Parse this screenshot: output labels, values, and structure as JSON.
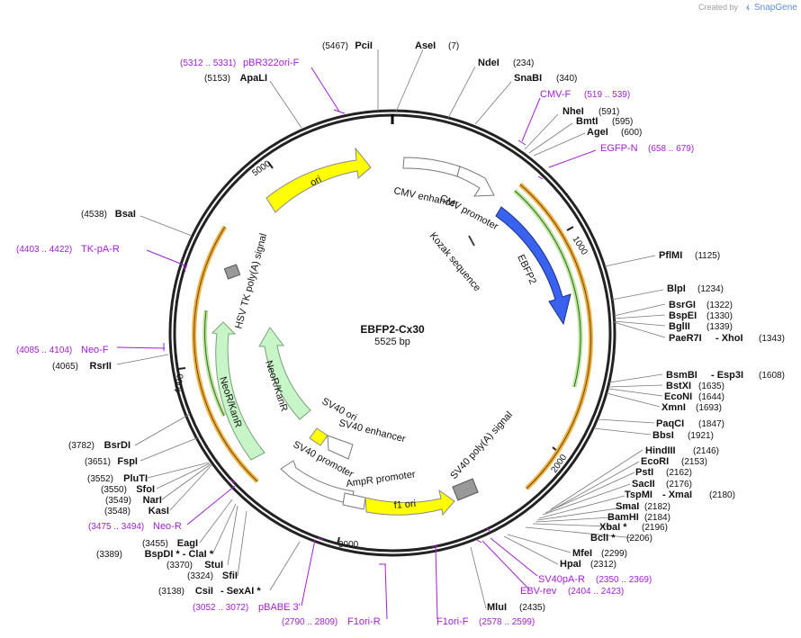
{
  "branding": {
    "created_by": "Created by",
    "app_name": "SnapGene"
  },
  "plasmid": {
    "name": "EBFP2-Cx30",
    "length_label": "5525 bp",
    "length": 5525
  },
  "ticks": [
    "1000",
    "2000",
    "3000",
    "4000",
    "5000"
  ],
  "features": [
    {
      "label": "ori"
    },
    {
      "label": "CMV enhancer"
    },
    {
      "label": "CMV promoter"
    },
    {
      "label": "Kozak sequence"
    },
    {
      "label": "EBFP2"
    },
    {
      "label": "HSV TK poly(A) signal"
    },
    {
      "label": "NeoR/KanR"
    },
    {
      "label": "NeoR/KanR"
    },
    {
      "label": "SV40 ori"
    },
    {
      "label": "SV40 enhancer"
    },
    {
      "label": "SV40 promoter"
    },
    {
      "label": "AmpR promoter"
    },
    {
      "label": "f1 ori"
    },
    {
      "label": "SV40 poly(A) signal"
    }
  ],
  "sites": [
    {
      "name": "PciI",
      "pos": "(5467)"
    },
    {
      "name": "AseI",
      "pos": "(7)"
    },
    {
      "name": "NdeI",
      "pos": "(234)"
    },
    {
      "name": "SnaBI",
      "pos": "(340)"
    },
    {
      "name": "ApaLI",
      "pos": "(5153)"
    },
    {
      "name": "NheI",
      "pos": "(591)"
    },
    {
      "name": "BmtI",
      "pos": "(595)"
    },
    {
      "name": "AgeI",
      "pos": "(600)"
    },
    {
      "name": "BsaI",
      "pos": "(4538)"
    },
    {
      "name": "PflMI",
      "pos": "(1125)"
    },
    {
      "name": "BlpI",
      "pos": "(1234)"
    },
    {
      "name": "BsrGI",
      "pos": "(1322)"
    },
    {
      "name": "BspEI",
      "pos": "(1330)"
    },
    {
      "name": "BglII",
      "pos": "(1339)"
    },
    {
      "name": "PaeR7I",
      "pos": ""
    },
    {
      "name": "- XhoI",
      "pos": "(1343)"
    },
    {
      "name": "RsrII",
      "pos": "(4065)"
    },
    {
      "name": "BsmBI",
      "pos": ""
    },
    {
      "name": "- Esp3I",
      "pos": "(1608)"
    },
    {
      "name": "BstXI",
      "pos": "(1635)"
    },
    {
      "name": "EcoNI",
      "pos": "(1644)"
    },
    {
      "name": "XmnI",
      "pos": "(1693)"
    },
    {
      "name": "PaqCI",
      "pos": "(1847)"
    },
    {
      "name": "BbsI",
      "pos": "(1921)"
    },
    {
      "name": "BsrDI",
      "pos": "(3782)"
    },
    {
      "name": "FspI",
      "pos": "(3651)"
    },
    {
      "name": "HindIII",
      "pos": "(2146)"
    },
    {
      "name": "EcoRI",
      "pos": "(2153)"
    },
    {
      "name": "PluTI",
      "pos": "(3552)"
    },
    {
      "name": "SfoI",
      "pos": "(3550)"
    },
    {
      "name": "NarI",
      "pos": "(3549)"
    },
    {
      "name": "KasI",
      "pos": "(3548)"
    },
    {
      "name": "PstI",
      "pos": "(2162)"
    },
    {
      "name": "SacII",
      "pos": "(2176)"
    },
    {
      "name": "TspMI",
      "pos": ""
    },
    {
      "name": "- XmaI",
      "pos": "(2180)"
    },
    {
      "name": "SmaI",
      "pos": "(2182)"
    },
    {
      "name": "BamHI",
      "pos": "(2184)"
    },
    {
      "name": "XbaI *",
      "pos": "(2196)"
    },
    {
      "name": "BclI *",
      "pos": "(2206)"
    },
    {
      "name": "EagI",
      "pos": "(3455)"
    },
    {
      "name": "BspDI * - ClaI *",
      "pos": "(3389)"
    },
    {
      "name": "StuI",
      "pos": "(3370)"
    },
    {
      "name": "SfiI",
      "pos": "(3324)"
    },
    {
      "name": "MfeI",
      "pos": "(2299)"
    },
    {
      "name": "HpaI",
      "pos": "(2312)"
    },
    {
      "name": "CsiI",
      "pos": "(3138)"
    },
    {
      "name": "- SexAI *",
      "pos": ""
    },
    {
      "name": "MluI",
      "pos": "(2435)"
    }
  ],
  "primers": [
    {
      "name": "pBR322ori-F",
      "range": "(5312 .. 5331)"
    },
    {
      "name": "CMV-F",
      "range": "(519 .. 539)"
    },
    {
      "name": "EGFP-N",
      "range": "(658 .. 679)"
    },
    {
      "name": "TK-pA-R",
      "range": "(4403 .. 4422)"
    },
    {
      "name": "Neo-F",
      "range": "(4085 .. 4104)"
    },
    {
      "name": "Neo-R",
      "range": "(3475 .. 3494)"
    },
    {
      "name": "SV40pA-R",
      "range": "(2350 .. 2369)"
    },
    {
      "name": "EBV-rev",
      "range": "(2404 .. 2423)"
    },
    {
      "name": "pBABE 3'",
      "range": "(3052 .. 3072)"
    },
    {
      "name": "F1ori-R",
      "range": "(2790 .. 2809)"
    },
    {
      "name": "F1ori-F",
      "range": "(2578 .. 2599)"
    }
  ],
  "colors": {
    "backbone": "#222222",
    "ori": "#ffff00",
    "cds_blue": "#3a62f0",
    "neo": "#c8f5c8",
    "promoter": "#ffffff",
    "polyA": "#999999",
    "primer": "#a020d0",
    "orange_orf": "#f0b040",
    "green_orf": "#44aa22"
  }
}
